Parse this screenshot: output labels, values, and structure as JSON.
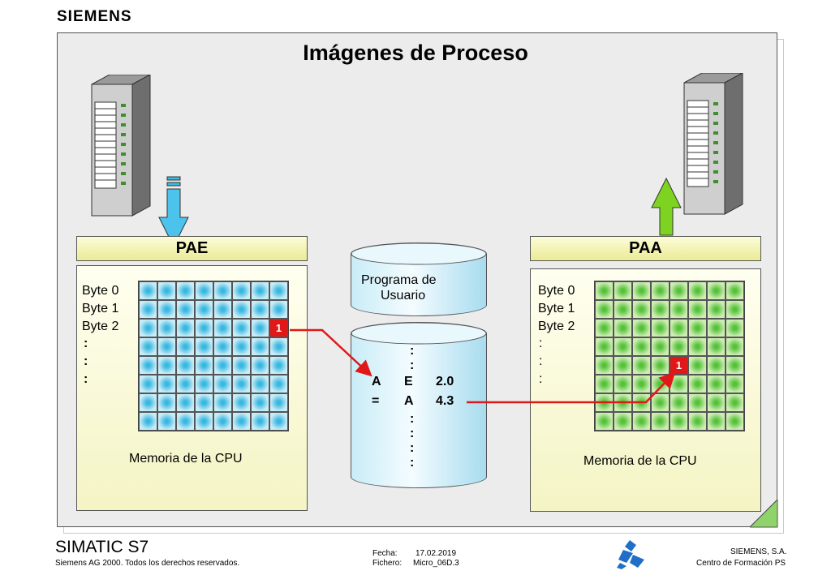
{
  "brand": "SIEMENS",
  "title": "Imágenes de Proceso",
  "pae": {
    "header": "PAE",
    "bytes": [
      "Byte 0",
      "Byte 1",
      "Byte 2"
    ],
    "continuation": [
      ":",
      ":",
      ":"
    ],
    "highlight_value": "1",
    "memory_label": "Memoria de la CPU",
    "color": "#3ab8e0"
  },
  "paa": {
    "header": "PAA",
    "bytes": [
      "Byte 0",
      "Byte 1",
      "Byte 2"
    ],
    "continuation": [
      ":",
      ":",
      ":"
    ],
    "highlight_value": "1",
    "memory_label": "Memoria de la CPU",
    "color": "#56c23a"
  },
  "program": {
    "label_line1": "Programa de",
    "label_line2": "Usuario",
    "line1": {
      "op": "A",
      "operand": "E",
      "address": "2.0"
    },
    "line2": {
      "op": "=",
      "operand": "A",
      "address": "4.3"
    },
    "dots": ":"
  },
  "footer": {
    "product": "SIMATIC S7",
    "copyright": "Siemens AG 2000. Todos los derechos reservados.",
    "fecha_label": "Fecha:",
    "fecha_value": "17.02.2019",
    "fichero_label": "Fichero:",
    "fichero_value": "Micro_06D.3",
    "company": "SIEMENS, S.A.",
    "center": "Centro de Formación PS"
  },
  "colors": {
    "highlight": "#e01818",
    "arrow_input": "#3ab8e0",
    "arrow_output": "#7ed321",
    "header_fill": "#ebeb96"
  }
}
